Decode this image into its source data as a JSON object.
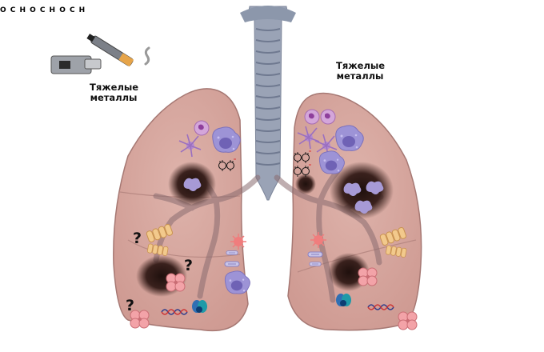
{
  "labels": {
    "left_metals": "Тяжелые металлы",
    "right_metals": "Тяжелые металлы"
  },
  "molecule": {
    "oxygen": "O",
    "carbon": "C",
    "hydrogen": "H"
  },
  "question_mark": "?",
  "colors": {
    "lung": "#d9a9a1",
    "lung_outline": "#a67873",
    "trachea": "#8c97ab",
    "tumor": "#3a211d",
    "macrophage": "#a79ad6",
    "neutrophil": "#c689cc",
    "cigarette_filter": "#f2a33a"
  },
  "icons": [
    "e-cigarette-icon",
    "vape-mod-icon",
    "cigarette-icon",
    "smoke-icon",
    "skull-crossbones-icon",
    "benzene-icon",
    "graphene-sheet-icon",
    "formaldehyde-icon",
    "radical-icon",
    "tumor-icon",
    "macrophage-icon",
    "neutrophil-icon",
    "dendritic-cell-icon",
    "bacterium-icon",
    "dna-icon",
    "fibroblast-icon",
    "alveoli-icon",
    "epithelial-cells-icon"
  ]
}
